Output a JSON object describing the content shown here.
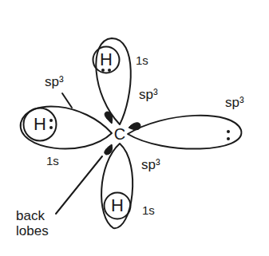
{
  "diagram": {
    "nodes": [
      {
        "text": [
          "H",
          "1s"
        ]
      },
      {
        "text": [
          "H",
          "1s"
        ]
      },
      {
        "text": [
          "H",
          "1s"
        ]
      }
    ],
    "labels": [
      "sp³",
      "sp³",
      "sp³",
      "C",
      "sp³",
      "back lobes"
    ]
  }
}
